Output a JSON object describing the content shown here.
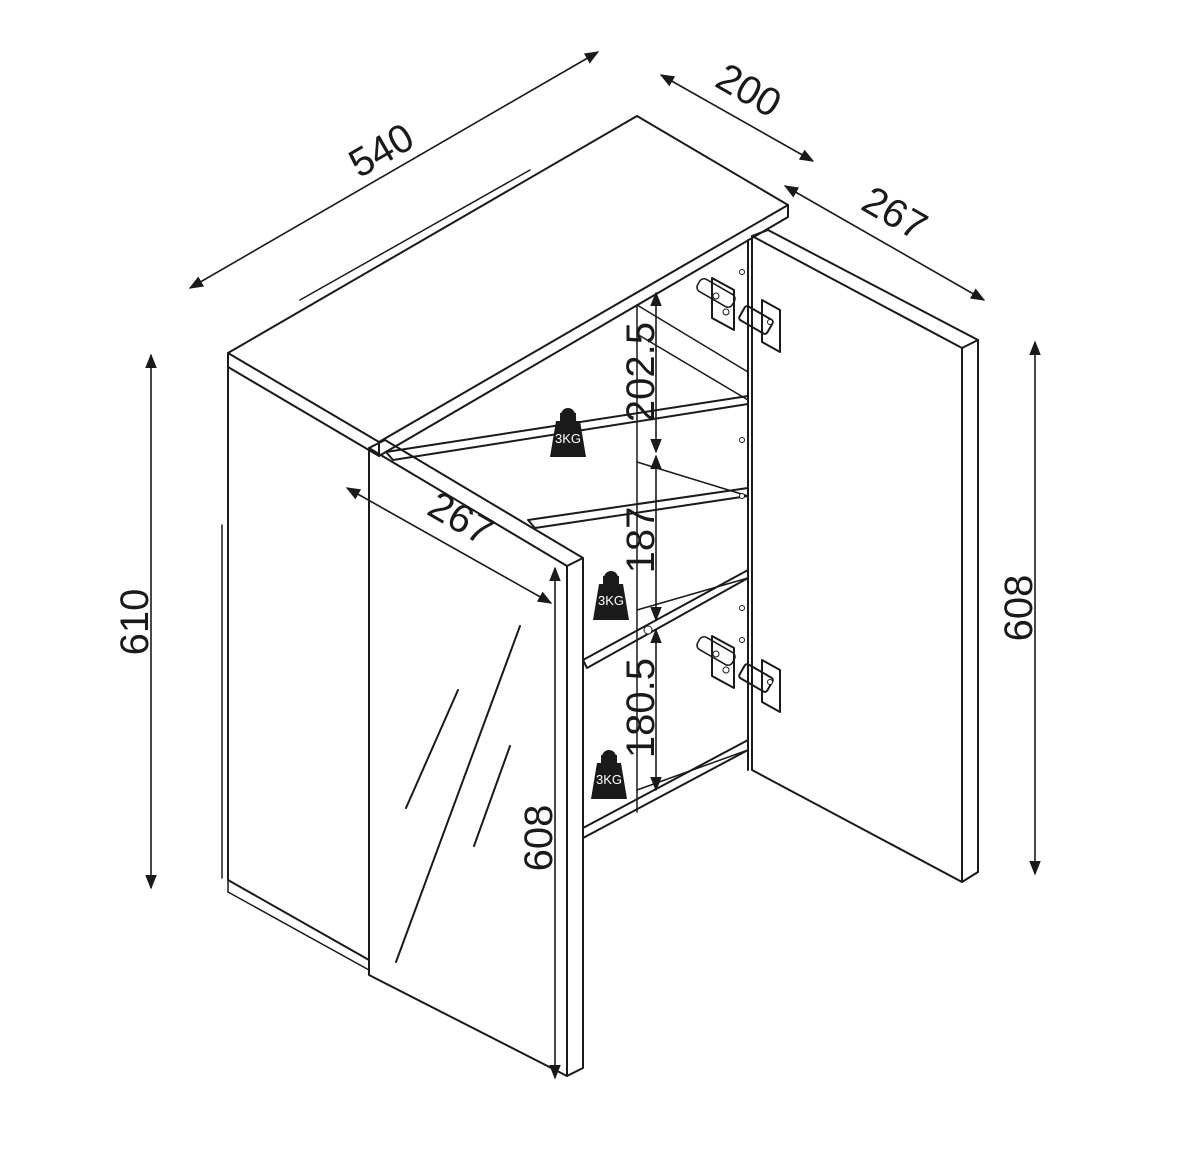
{
  "dimensions": {
    "width": "540",
    "depth": "200",
    "door_width_right": "267",
    "door_width_left": "267",
    "height_outer": "610",
    "door_height_right": "608",
    "door_height_left": "608",
    "shelf_spacing_top": "202.5",
    "shelf_spacing_middle": "187",
    "shelf_spacing_bottom": "180.5"
  },
  "load_labels": {
    "top_shelf": "3KG",
    "middle_shelf": "3KG",
    "bottom_shelf": "3KG"
  },
  "colors": {
    "line": "#1a1a1a",
    "background": "#ffffff"
  }
}
